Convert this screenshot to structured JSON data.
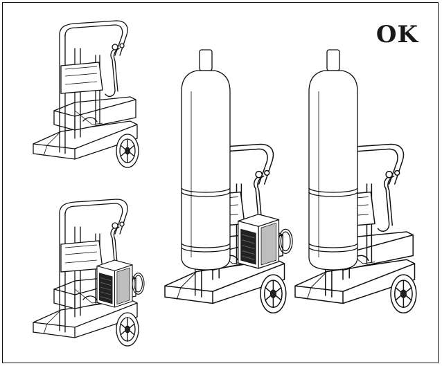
{
  "label": {
    "ok_text": "OK"
  },
  "colors": {
    "line": "#111111",
    "background": "#ffffff",
    "machine": "#222222"
  },
  "illustrations": [
    {
      "name": "trolley-empty"
    },
    {
      "name": "trolley-with-machine"
    },
    {
      "name": "trolley-machine-and-cylinder"
    },
    {
      "name": "trolley-cylinder-only"
    }
  ]
}
